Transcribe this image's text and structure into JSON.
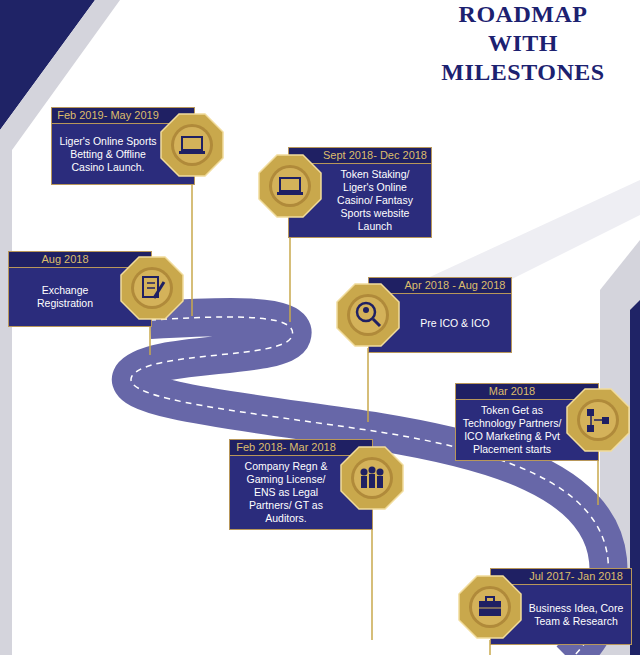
{
  "diagram": {
    "title": "ROADMAP WITH MILESTONES",
    "nodes": [
      {
        "text": [
          "Feb 2019- May 2019",
          "Liger's Online Sports Betting & Offline Casino Launch."
        ]
      },
      {
        "text": [
          "Sept 2018- Dec 2018",
          "Token Staking/ Liger's Online Casino/ Fantasy Sports website Launch"
        ]
      },
      {
        "text": [
          "Aug 2018",
          "Exchange Registration"
        ]
      },
      {
        "text": [
          "Apr 2018 - Aug 2018",
          "Pre ICO & ICO"
        ]
      },
      {
        "text": [
          "Mar 2018",
          "Token Get as Technology Partners/ ICO Marketing & Pvt Placement starts"
        ]
      },
      {
        "text": [
          "Feb 2018- Mar 2018",
          "Company Regn & Gaming License/ ENS as Legal Partners/ GT as Auditors."
        ]
      },
      {
        "text": [
          "Jul 2017- Jan 2018",
          "Business Idea, Core Team & Research"
        ]
      }
    ]
  }
}
